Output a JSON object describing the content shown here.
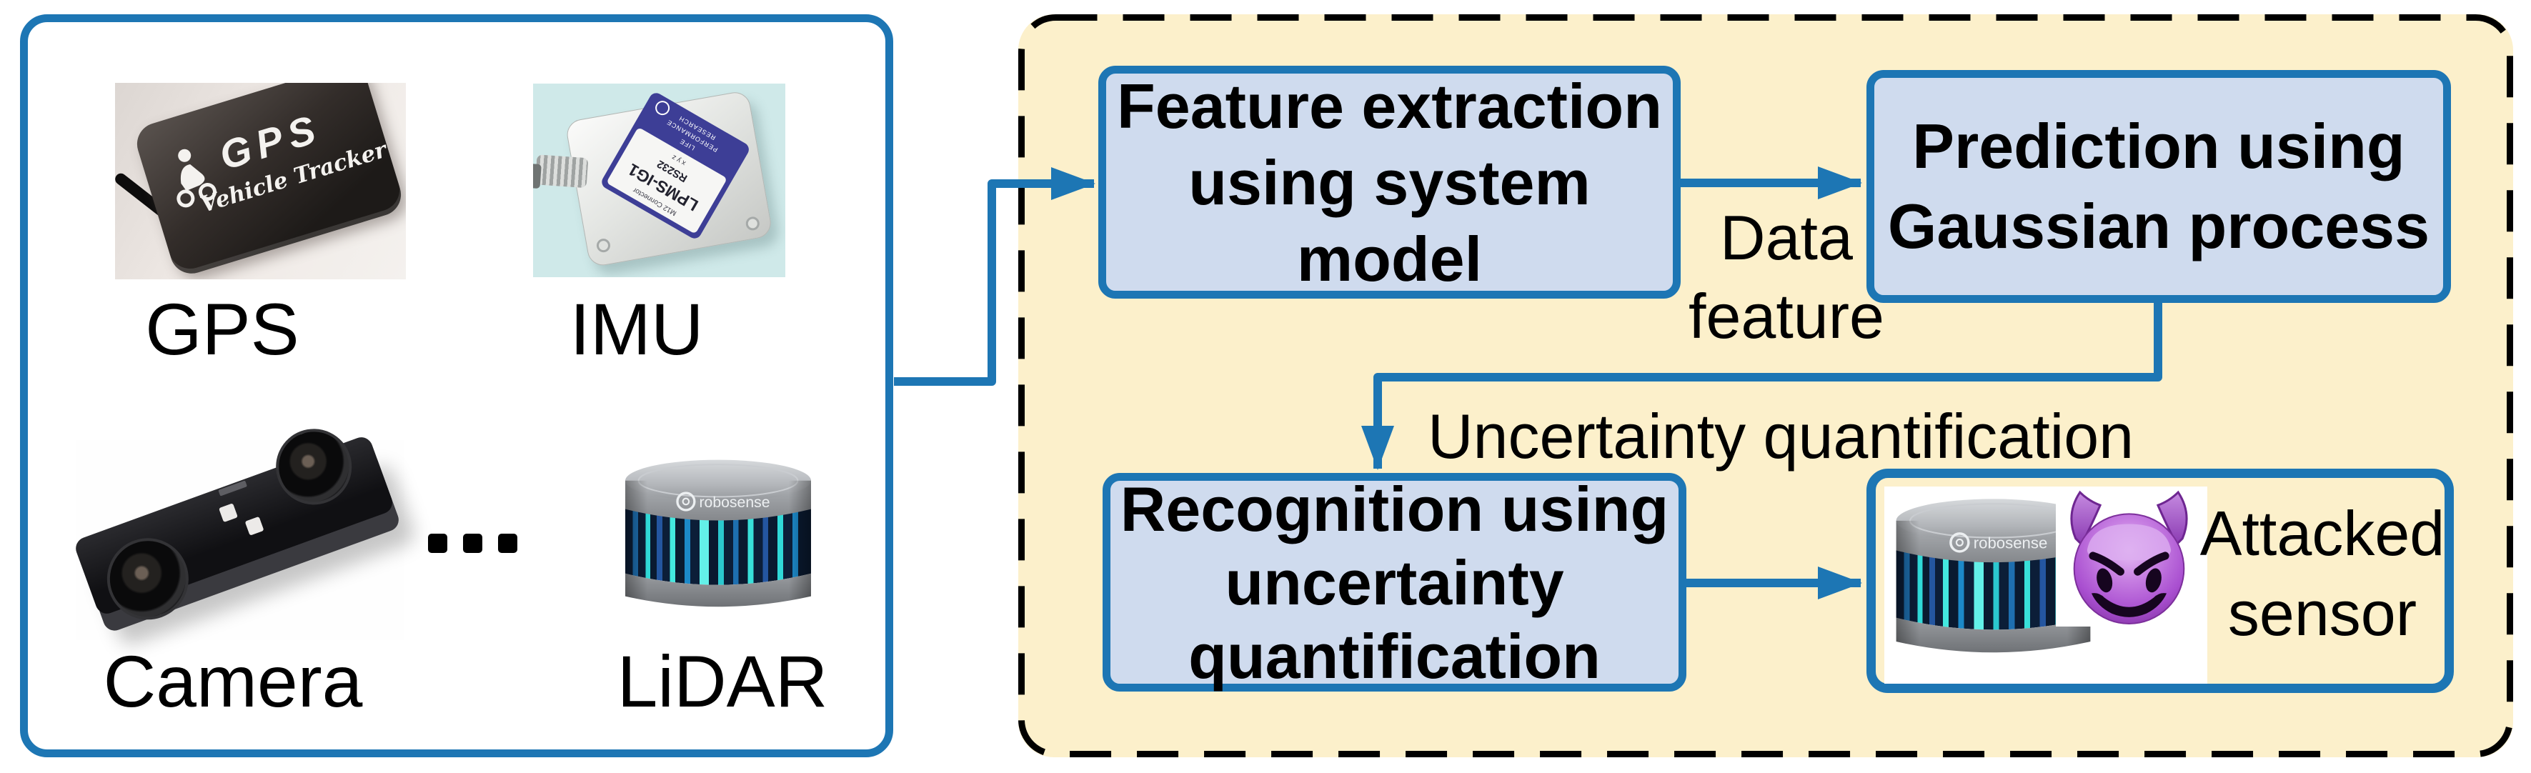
{
  "colors": {
    "accent_blue": "#1d76b4",
    "process_box_fill": "#cfdbee",
    "pipeline_panel_fill": "#fcf0cb",
    "dashed_border": "#000000",
    "devil_purple": "#a94fd0",
    "lidar_streak_teal": "#30d9d8"
  },
  "sensors_panel": {
    "gps": {
      "label": "GPS",
      "device_brand": "GPS",
      "device_sub": "Vehicle Tracker"
    },
    "imu": {
      "label": "IMU",
      "sticker_small": "M12 Connector",
      "sticker_model": "LPMS-IG1",
      "sticker_port": "RS232",
      "sticker_axis": "x y z",
      "maker_line1": "LIFE",
      "maker_line2": "PERFORMANCE",
      "maker_line3": "RESEARCH"
    },
    "camera": {
      "label": "Camera"
    },
    "lidar": {
      "label": "LiDAR",
      "logo": "robosense"
    },
    "ellipsis": "..."
  },
  "pipeline": {
    "feature_box": {
      "lines": [
        "Feature extraction",
        "using system",
        "model"
      ]
    },
    "prediction_box": {
      "lines": [
        "Prediction using",
        "Gaussian process"
      ]
    },
    "recognition_box": {
      "lines": [
        "Recognition using",
        "uncertainty",
        "quantification"
      ]
    },
    "attacked_box": {
      "lines": [
        "Attacked",
        "sensor"
      ]
    },
    "edge_labels": {
      "data_feature_lines": [
        "Data",
        "feature"
      ],
      "uncertainty": "Uncertainty quantification"
    }
  }
}
